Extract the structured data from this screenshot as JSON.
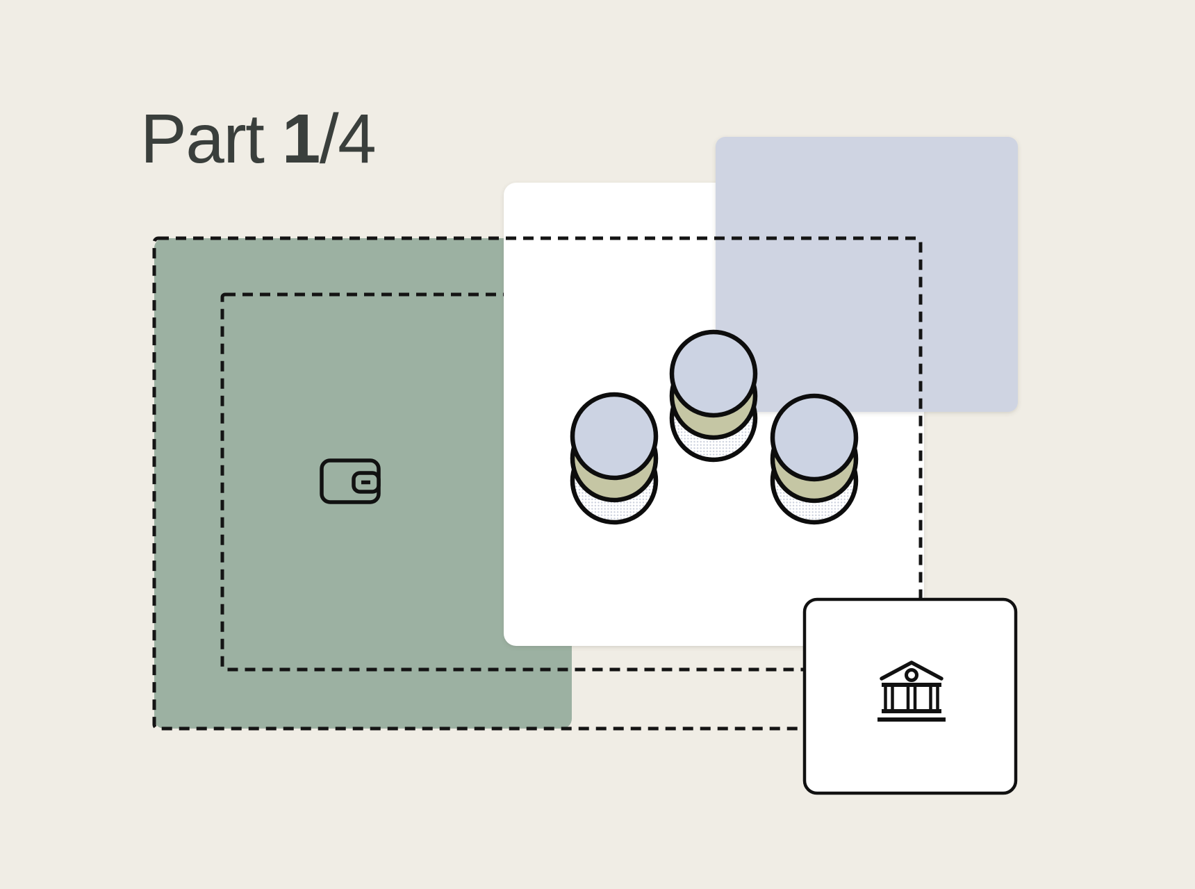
{
  "title": {
    "prefix": "Part ",
    "current": "1",
    "suffix": "/4"
  },
  "step_indicator": {
    "current": "1",
    "total": "4"
  },
  "colors": {
    "background": "#f0ede5",
    "sage_green": "#9cb1a2",
    "periwinkle": "#cfd4e2",
    "coin_lavender": "#ccd3e3",
    "coin_olive": "#c5c6a4",
    "coin_dot": "#c9cedb",
    "card_white": "#ffffff",
    "ink": "#3a3f3c",
    "line_black": "#141414"
  },
  "icons": {
    "wallet": "wallet-icon",
    "bank": "bank-icon",
    "coins": "coin-stacks-icon"
  }
}
